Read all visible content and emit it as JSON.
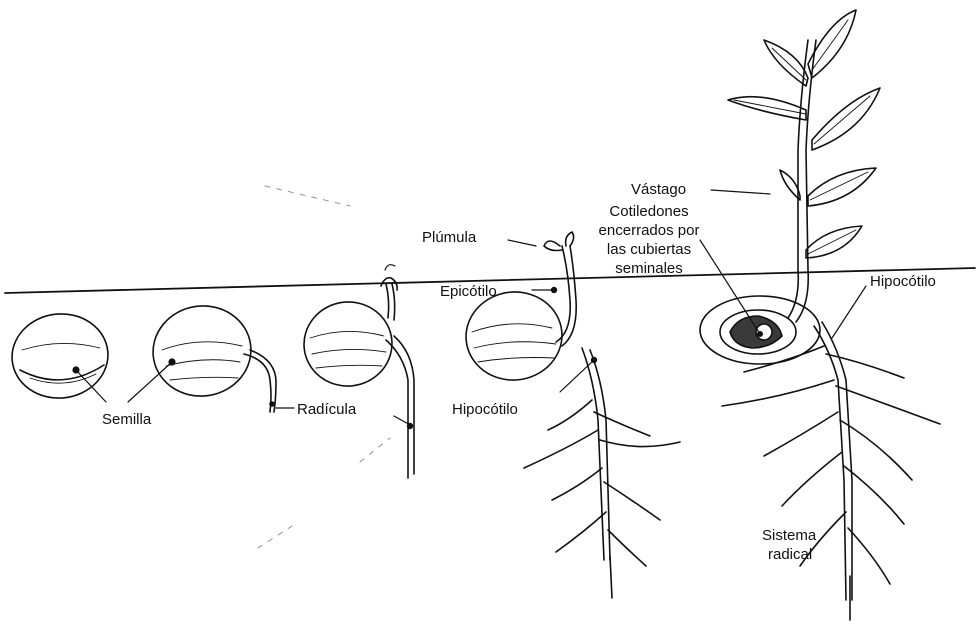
{
  "labels": {
    "semilla": "Semilla",
    "radicula": "Radícula",
    "plumula": "Plúmula",
    "epicotilo": "Epicótilo",
    "hipocotilo_1": "Hipocótilo",
    "vastago": "Vástago",
    "cotiledones": [
      "Cotiledones",
      "encerrados por",
      "las cubiertas",
      "seminales"
    ],
    "hipocotilo_2": "Hipocótilo",
    "sistema_radical": [
      "Sistema",
      "radical"
    ]
  },
  "colors": {
    "ink": "#111111",
    "background": "#ffffff",
    "cotyledon_fill": "#3a3a3a"
  }
}
